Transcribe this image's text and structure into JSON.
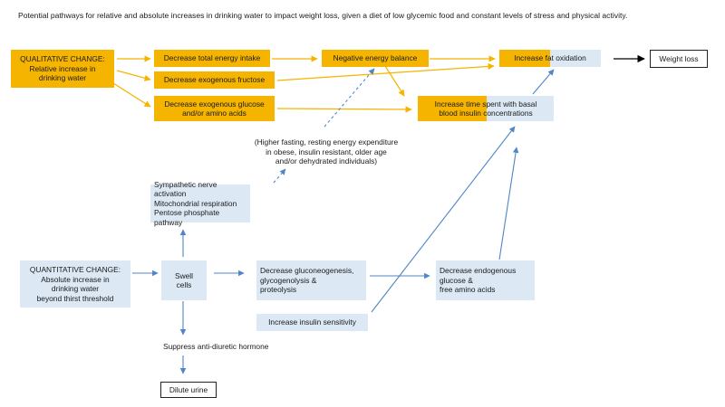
{
  "caption": "Potential pathways for relative and absolute increases in drinking water to impact weight loss, given a diet of low glycemic  food and constant levels of stress and physical activity.",
  "colors": {
    "orange": "#f5b400",
    "blue_box": "#dce9f5",
    "arrow_orange": "#f5b400",
    "arrow_blue": "#4f86c6",
    "arrow_black": "#000000"
  },
  "nodes": {
    "qualitative": "QUALITATIVE CHANGE:\nRelative increase in\ndrinking water",
    "energy_intake": "Decrease total energy intake",
    "fructose": "Decrease exogenous fructose",
    "glucose_amino": "Decrease exogenous glucose\nand/or amino acids",
    "negative_balance": "Negative energy balance",
    "fat_oxidation": "Increase  fat oxidation",
    "weight_loss": "Weight loss",
    "basal_insulin": "Increase time spent with basal\nblood insulin concentrations",
    "ree_note": "(Higher fasting, resting energy expenditure\nin obese, insulin resistant, older age\nand/or dehydrated individuals)",
    "sympathetic": "Sympathetic nerve activation\nMitochondrial respiration\nPentose phosphate pathway",
    "quantitative": "QUANTITATIVE CHANGE:\nAbsolute increase in\ndrinking water\nbeyond thirst threshold",
    "swell": "Swell\ncells",
    "gluconeogenesis": "Decrease gluconeogenesis,\nglycogenolysis &\nproteolysis",
    "endogenous": "Decrease endogenous\nglucose &\nfree amino acids",
    "insulin_sensitivity": "Increase insulin sensitivity",
    "adh": "Suppress anti-diuretic hormone",
    "dilute_urine": "Dilute urine"
  }
}
